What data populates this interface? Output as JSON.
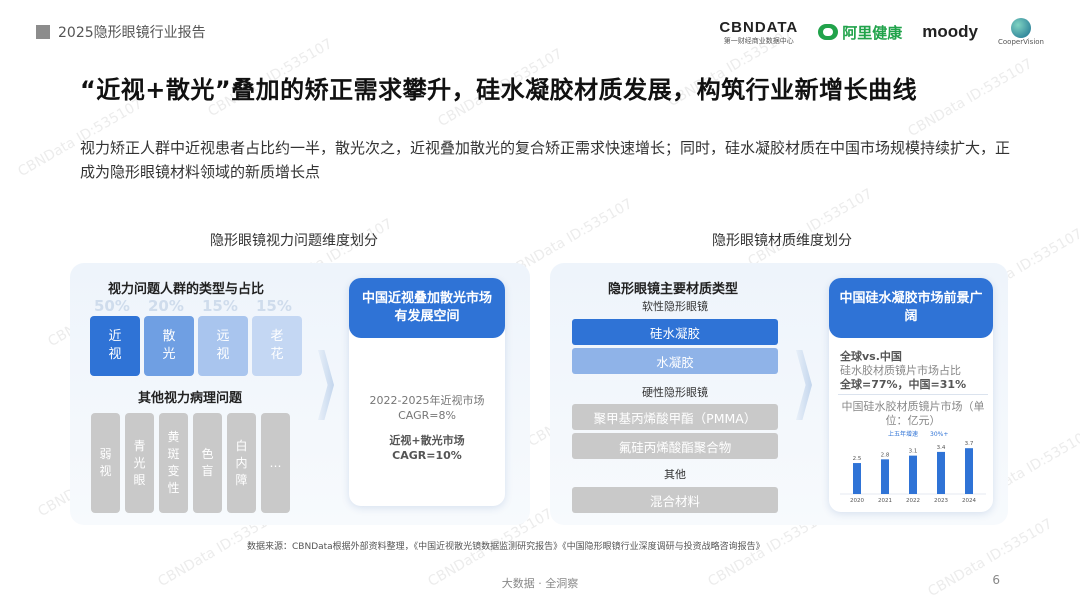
{
  "header": {
    "report_title": "2025隐形眼镜行业报告"
  },
  "logos": {
    "cbndata": "CBNDATA",
    "cbndata_sub": "第一财经商业数据中心",
    "alihealth": "阿里健康",
    "moody": "moody",
    "coopervision": "CooperVision"
  },
  "title": "“近视+散光”叠加的矫正需求攀升，硅水凝胶材质发展，构筑行业新增长曲线",
  "description": "视力矫正人群中近视患者占比约一半，散光次之，近视叠加散光的复合矫正需求快速增长；同时，硅水凝胶材质在中国市场规模持续扩大，正成为隐形眼镜材料领域的新质增长点",
  "watermark": "CBNData ID:535107",
  "left": {
    "section_label": "隐形眼镜视力问题维度划分",
    "types_title": "视力问题人群的类型与占比",
    "types": [
      {
        "pct": "50%",
        "label": "近视",
        "color": "#2f73d6"
      },
      {
        "pct": "20%",
        "label": "散光",
        "color": "#6f9fe3"
      },
      {
        "pct": "15%",
        "label": "远视",
        "color": "#a9c5ee"
      },
      {
        "pct": "15%",
        "label": "老花",
        "color": "#c4d7f3"
      }
    ],
    "other_title": "其他视力病理问题",
    "others": [
      "弱视",
      "青光眼",
      "黄斑变性",
      "色盲",
      "白内障",
      "…"
    ],
    "card_title": "中国近视叠加散光市场有发展空间",
    "card_line1": "2022-2025年近视市场",
    "card_line2": "CAGR=8%",
    "card_line3": "近视+散光市场",
    "card_line4": "CAGR=10%"
  },
  "right": {
    "section_label": "隐形眼镜材质维度划分",
    "mat_title": "隐形眼镜主要材质类型",
    "soft_label": "软性隐形眼镜",
    "soft": [
      {
        "label": "硅水凝胶",
        "color": "#2f73d6"
      },
      {
        "label": "水凝胶",
        "color": "#8fb3e8"
      }
    ],
    "hard_label": "硬性隐形眼镜",
    "hard": [
      "聚甲基丙烯酸甲酯（PMMA）",
      "氟硅丙烯酸酯聚合物"
    ],
    "other_label": "其他",
    "other": [
      "混合材料"
    ],
    "card_title": "中国硅水凝胶市场前景广阔",
    "share_line1": "全球vs.中国",
    "share_line2": "硅水胶材质镜片市场占比",
    "share_line3": "全球=77%，中国=31%",
    "chart_caption": "中国硅水胶材质镜片市场（单位：亿元）",
    "legend_left": "上五年增速",
    "legend_right": "30%+"
  },
  "chart_data": {
    "type": "bar",
    "title": "中国硅水胶材质镜片市场（单位：亿元）",
    "categories": [
      "2020",
      "2021",
      "2022",
      "2023",
      "2024"
    ],
    "values": [
      2.5,
      2.8,
      3.1,
      3.4,
      3.7
    ],
    "value_labels": [
      "2.5",
      "2.8",
      "3.1",
      "3.4",
      "3.7"
    ],
    "series": [
      {
        "name": "",
        "values": [
          2.5,
          2.8,
          3.1,
          3.4,
          3.7
        ]
      }
    ],
    "ylim": [
      0,
      4.2
    ],
    "grid": false,
    "bar_color": "#2f73d6"
  },
  "footer": {
    "source": "数据来源：CBNData根据外部资料整理，《中国近视散光镜数据监测研究报告》《中国隐形眼镜行业深度调研与投资战略咨询报告》",
    "center": "大数据 · 全洞察",
    "page": "6"
  }
}
